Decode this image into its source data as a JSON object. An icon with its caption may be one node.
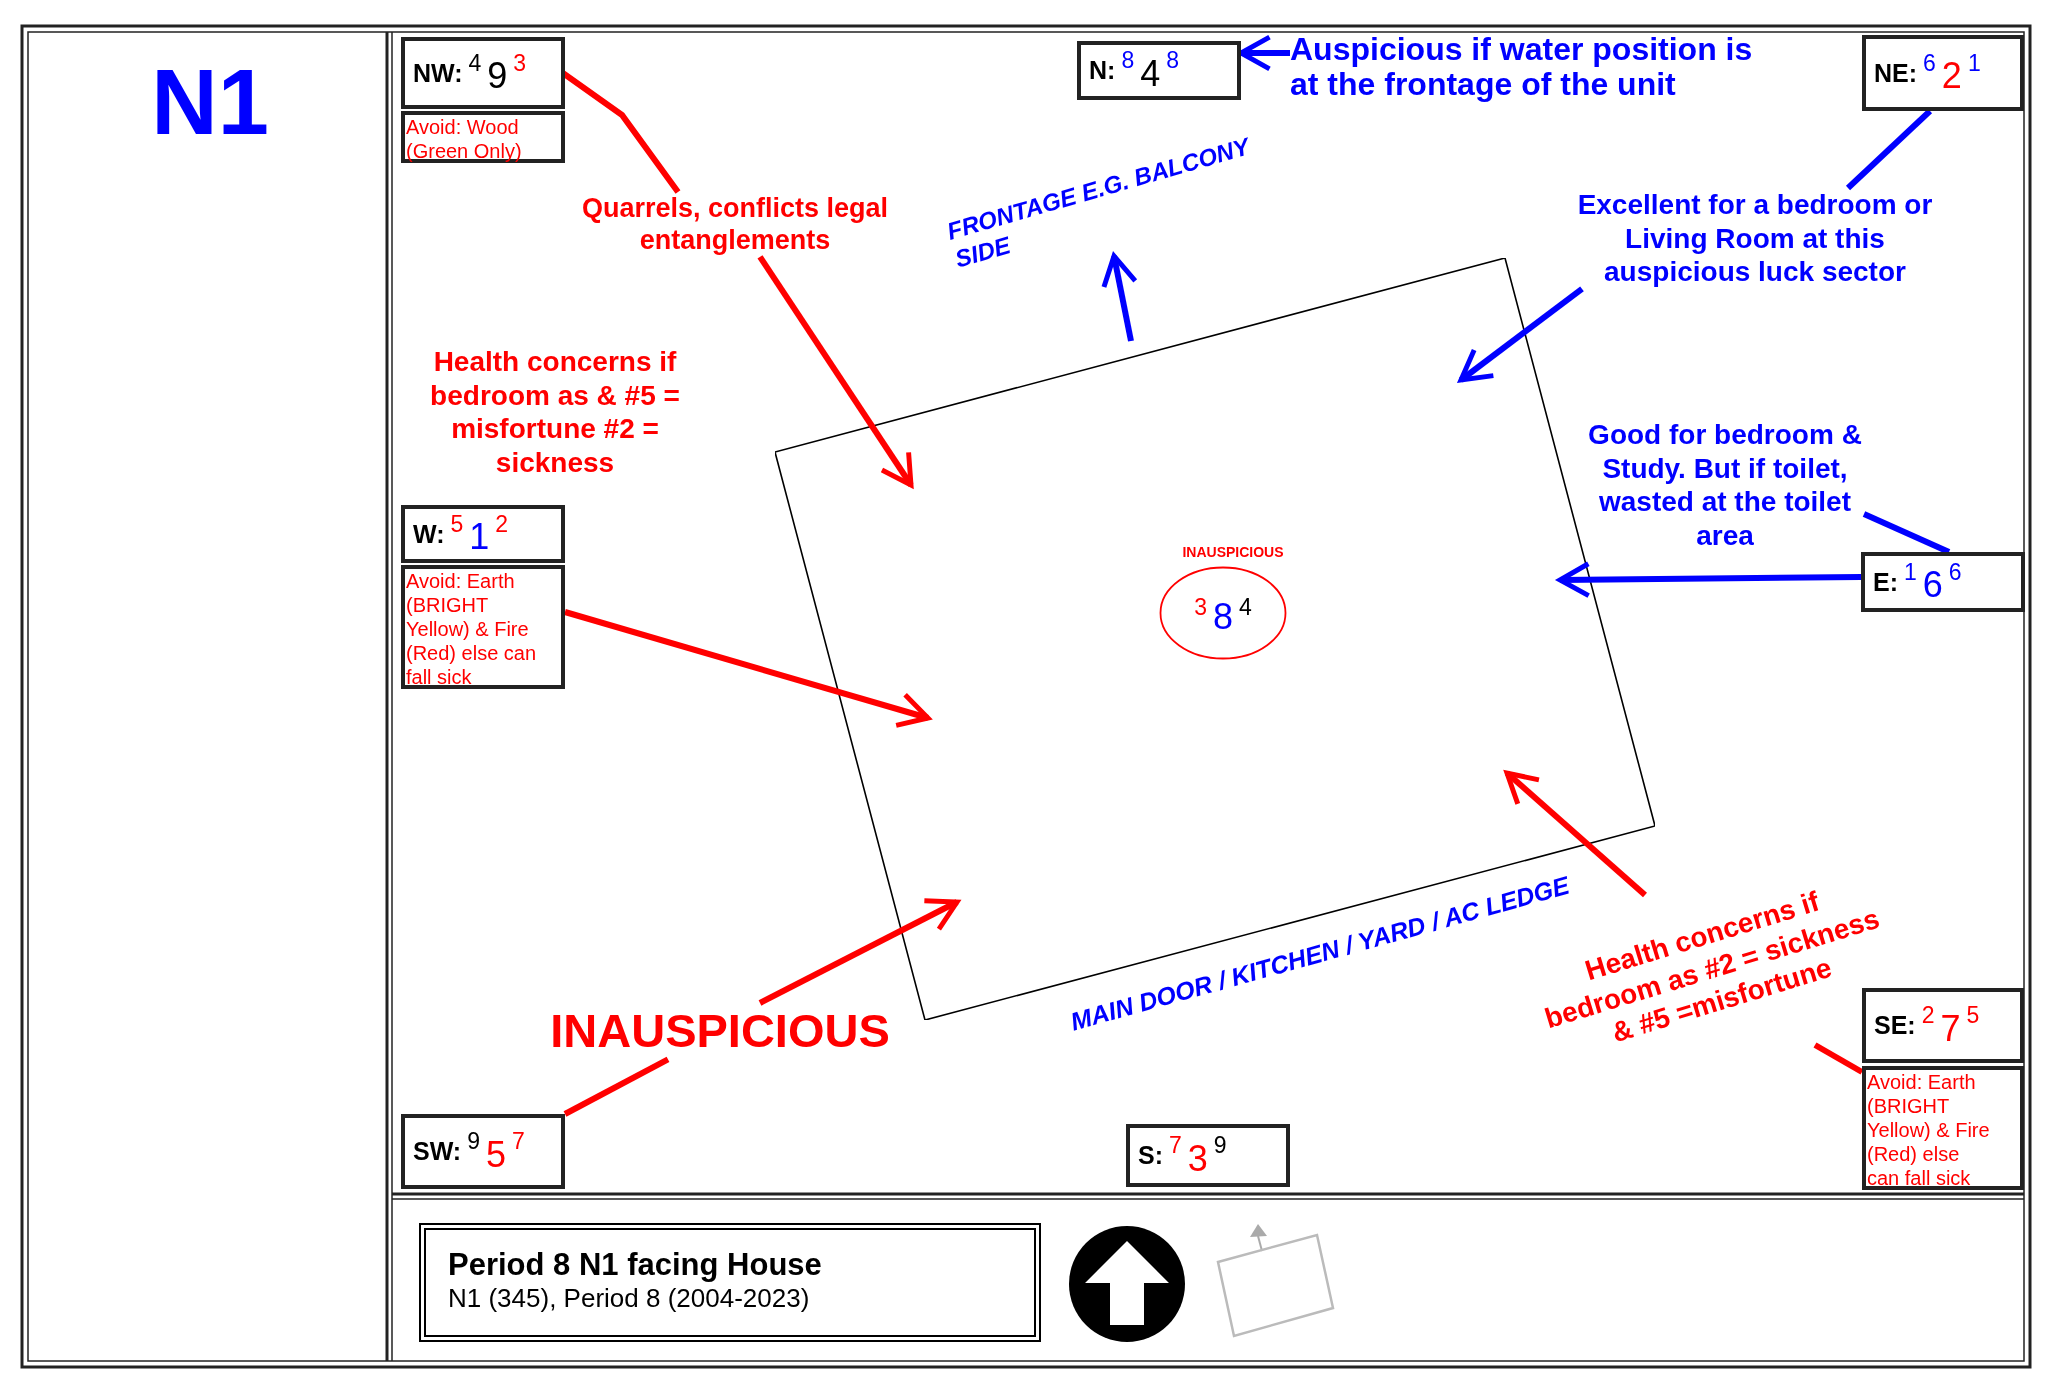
{
  "diagram": {
    "nodes": [
      {
        "text": [
          "NW:",
          "4",
          "9",
          "3"
        ]
      },
      {
        "text": [
          "Avoid: Wood (Green Only)"
        ]
      },
      {
        "text": [
          "N:",
          "8",
          "4",
          "8"
        ]
      },
      {
        "text": [
          "NE:",
          "6",
          "2",
          "1"
        ]
      },
      {
        "text": [
          "W:",
          "5",
          "1",
          "2"
        ]
      },
      {
        "text": [
          "Avoid: Earth (BRIGHT Yellow) & Fire (Red) else can fall sick"
        ]
      },
      {
        "text": [
          "E:",
          "1",
          "6",
          "6"
        ]
      },
      {
        "text": [
          "SW:",
          "9",
          "5",
          "7"
        ]
      },
      {
        "text": [
          "S:",
          "7",
          "3",
          "9"
        ]
      },
      {
        "text": [
          "SE:",
          "2",
          "7",
          "5"
        ]
      },
      {
        "text": [
          "Avoid: Earth (BRIGHT Yellow) & Fire (Red) else can fall sick"
        ]
      },
      {
        "text": [],
        "shape": "box"
      },
      {
        "text": [
          "3",
          "8",
          "4"
        ],
        "in": 11,
        "beside": [
          "INAUSPICIOUS"
        ]
      },
      {
        "text": [
          "Quarrels, conflicts legal entanglements"
        ]
      },
      {
        "text": [
          "Auspicious if water position is at the frontage of the unit"
        ]
      },
      {
        "text": [
          "Excellent for a bedroom or Living Room at this auspicious luck sector"
        ]
      },
      {
        "text": [
          "Health concerns if bedroom as & #5 = misfortune #2 = sickness"
        ]
      },
      {
        "text": [
          "Good for bedroom & Study. But if toilet, wasted at the toilet area"
        ]
      },
      {
        "text": [
          "INAUSPICIOUS"
        ]
      },
      {
        "text": [
          "Health concerns if bedroom as #2 = sickness & #5 =misfortune"
        ]
      },
      {
        "text": [
          "FRONTAGE E.G. BALCONY SIDE"
        ]
      },
      {
        "text": [
          "Period 8 N1 facing House",
          "N1 (345), Period 8 (2004-2023)"
        ]
      }
    ],
    "edges": [
      {
        "from": 0,
        "to": 13,
        "arrow": "none"
      },
      {
        "from": 13,
        "to": 11,
        "arrow": "to"
      },
      {
        "from": 14,
        "to": 2,
        "arrow": "to",
        "color": "#0000ff"
      },
      {
        "from": 3,
        "to": 15,
        "arrow": "none",
        "color": "#0000ff"
      },
      {
        "from": 15,
        "to": 11,
        "arrow": "to",
        "color": "#0000ff"
      },
      {
        "from": 5,
        "to": 11,
        "arrow": "to"
      },
      {
        "from": 6,
        "to": 17,
        "arrow": "none",
        "color": "#0000ff"
      },
      {
        "from": 6,
        "to": 11,
        "arrow": "to",
        "color": "#0000ff"
      },
      {
        "from": 18,
        "to": 11,
        "arrow": "to"
      },
      {
        "from": 7,
        "to": 18,
        "arrow": "none"
      },
      {
        "from": 19,
        "to": 11,
        "arrow": "to"
      },
      {
        "from": 10,
        "to": 19,
        "arrow": "none"
      },
      {
        "from": 11,
        "to": 20,
        "arrow": "to",
        "color": "#0000ff"
      }
    ],
    "labels": [
      "N1",
      "MAIN DOOR / KITCHEN / YARD / AC LEDGE"
    ]
  }
}
